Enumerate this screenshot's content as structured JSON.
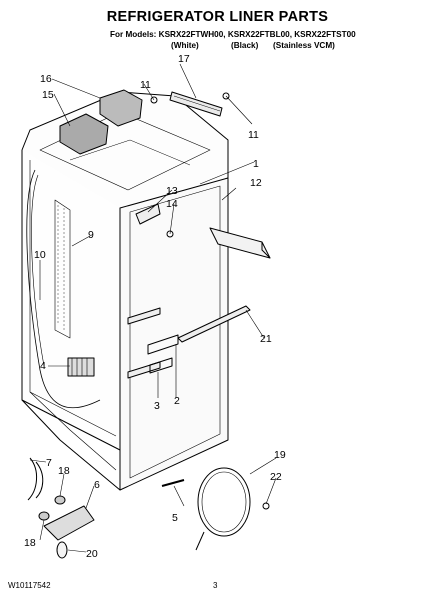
{
  "header": {
    "title": "REFRIGERATOR LINER PARTS",
    "models_line": "For Models: KSRX22FTWH00, KSRX22FTBL00, KSRX22FTST00",
    "variants": [
      "(White)",
      "(Black)",
      "(Stainless VCM)"
    ]
  },
  "callouts": [
    "16",
    "11",
    "17",
    "15",
    "11",
    "13",
    "14",
    "12",
    "1",
    "9",
    "10",
    "4",
    "21",
    "3",
    "2",
    "7",
    "18",
    "6",
    "19",
    "22",
    "18",
    "5",
    "20"
  ],
  "footer": {
    "doc_number": "W10117542",
    "page_number": "3"
  }
}
